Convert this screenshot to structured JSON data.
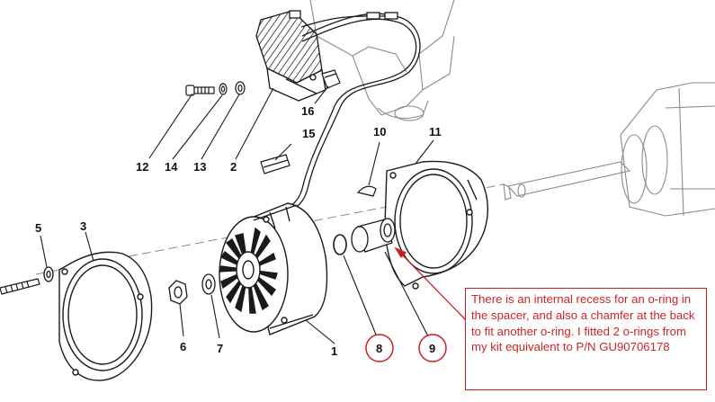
{
  "callouts": {
    "c1": "1",
    "c2": "2",
    "c3": "3",
    "c5": "5",
    "c6": "6",
    "c7": "7",
    "c8": "8",
    "c9": "9",
    "c10": "10",
    "c11": "11",
    "c12": "12",
    "c13": "13",
    "c14": "14",
    "c15": "15",
    "c16": "16"
  },
  "annotation": {
    "text": "There is an internal recess for an o-ring in the spacer, and also a chamfer at the back to fit another o-ring. I fitted 2 o-rings from my kit equivalent to P/N GU90706178"
  },
  "colors": {
    "line": "#1a1a1a",
    "annotation": "#cc1f1f",
    "phantom": "#8a8a8a"
  }
}
